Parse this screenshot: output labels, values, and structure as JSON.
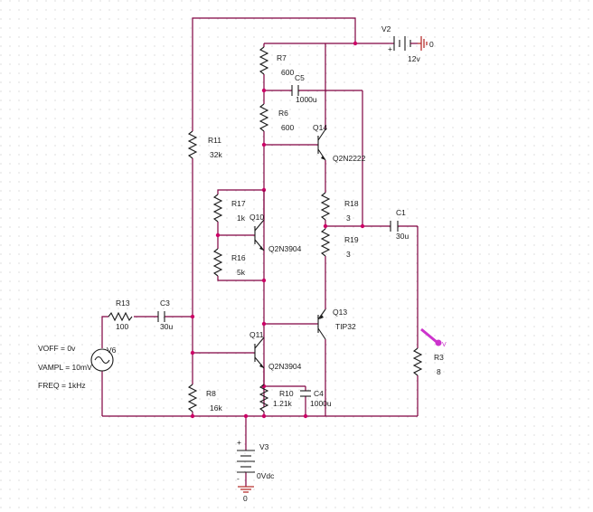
{
  "schematic": {
    "resistors": [
      {
        "ref": "R7",
        "value": "600"
      },
      {
        "ref": "R6",
        "value": "600"
      },
      {
        "ref": "R11",
        "value": "32k"
      },
      {
        "ref": "R17",
        "value": "1k"
      },
      {
        "ref": "R16",
        "value": "5k"
      },
      {
        "ref": "R18",
        "value": "3"
      },
      {
        "ref": "R19",
        "value": "3"
      },
      {
        "ref": "R13",
        "value": "100"
      },
      {
        "ref": "R8",
        "value": "16k"
      },
      {
        "ref": "R10",
        "value": "1.21k"
      },
      {
        "ref": "R3",
        "value": "8"
      }
    ],
    "capacitors": [
      {
        "ref": "C5",
        "value": "1000u"
      },
      {
        "ref": "C1",
        "value": "30u"
      },
      {
        "ref": "C3",
        "value": "30u"
      },
      {
        "ref": "C4",
        "value": "1000u"
      }
    ],
    "transistors": [
      {
        "ref": "Q14",
        "model": "Q2N2222"
      },
      {
        "ref": "Q10",
        "model": "Q2N3904"
      },
      {
        "ref": "Q13",
        "model": "TIP32"
      },
      {
        "ref": "Q11",
        "model": "Q2N3904"
      }
    ],
    "sources": [
      {
        "ref": "V2",
        "value": "12v"
      },
      {
        "ref": "V3",
        "value": "0Vdc"
      },
      {
        "ref": "V6",
        "params": [
          "VOFF = 0v",
          "VAMPL = 10mV",
          "FREQ = 1kHz"
        ]
      }
    ],
    "ground_labels": [
      "0",
      "0"
    ],
    "probe_label": "V",
    "colors": {
      "wire": "#800040",
      "component": "#1a1a1a",
      "junction": "#cc0066",
      "ground": "#b8312f",
      "probe": "#cc33cc",
      "grid_dot": "#c8c8c8"
    }
  }
}
